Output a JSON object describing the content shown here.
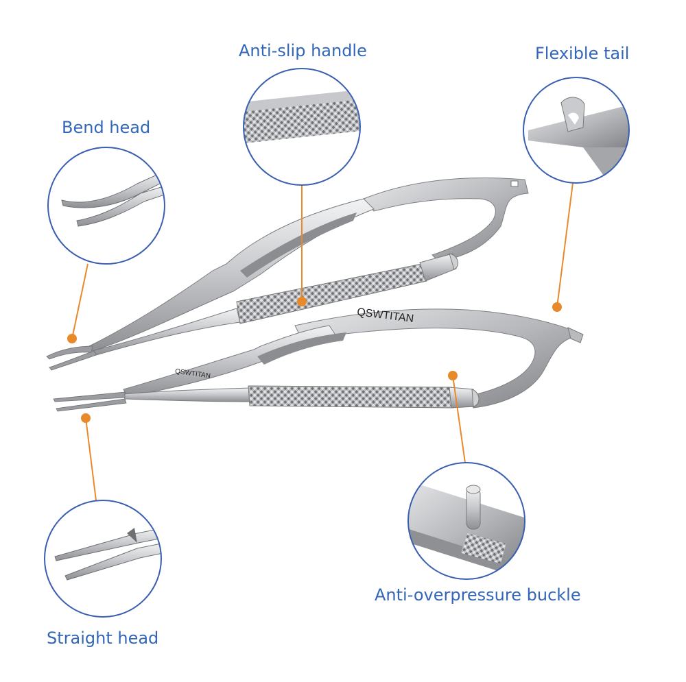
{
  "labels": {
    "anti_slip_handle": "Anti-slip handle",
    "flexible_tail": "Flexible tail",
    "bend_head": "Bend head",
    "straight_head": "Straight head",
    "anti_overpressure_buckle": "Anti-overpressure buckle"
  },
  "brand": {
    "upper": "QSWTITAN",
    "lower": "QSWTITAN"
  },
  "colors": {
    "label_text": "#3366b8",
    "callout_circle": "#3a5fb0",
    "leader_line": "#e8892b",
    "steel_light": "#d9dadc",
    "steel_dark": "#8a8c90"
  },
  "icons": {
    "instrument": "needle-holder-icon",
    "leader_dot": "callout-dot-icon"
  }
}
